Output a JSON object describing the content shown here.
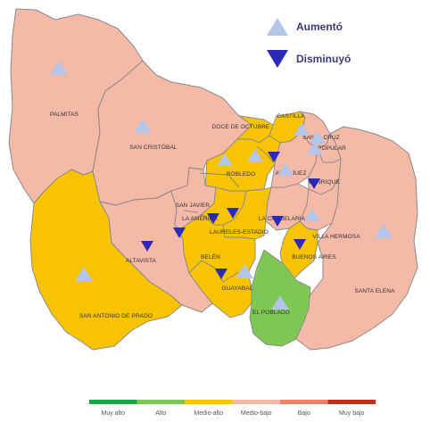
{
  "colors": {
    "muy_alto": "#18a84a",
    "alto": "#7dc855",
    "medio_alto": "#f8c300",
    "medio_bajo": "#f4b9a7",
    "bajo": "#f28165",
    "muy_bajo": "#c62f1c",
    "up_marker": "#b3c6e9",
    "down_marker": "#2b2ab8"
  },
  "key": {
    "up_label": "Aumentó",
    "down_label": "Disminuyó"
  },
  "legend": [
    {
      "label": "Muy alto",
      "color_key": "muy_alto"
    },
    {
      "label": "Alto",
      "color_key": "alto"
    },
    {
      "label": "Medio-alto",
      "color_key": "medio_alto"
    },
    {
      "label": "Medio-bajo",
      "color_key": "medio_bajo"
    },
    {
      "label": "Bajo",
      "color_key": "bajo"
    },
    {
      "label": "Muy bajo",
      "color_key": "muy_bajo"
    }
  ],
  "regions": [
    {
      "name": "PALMITAS",
      "level": "medio_bajo",
      "trend": "up"
    },
    {
      "name": "SAN CRISTÓBAL",
      "level": "medio_bajo",
      "trend": "up"
    },
    {
      "name": "SAN ANTONIO DE PRADO",
      "level": "medio_alto",
      "trend": "up"
    },
    {
      "name": "ALTAVISTA",
      "level": "medio_bajo",
      "trend": "down"
    },
    {
      "name": "SANTA ELENA",
      "level": "medio_bajo",
      "trend": "up"
    },
    {
      "name": "EL POBLADO",
      "level": "alto",
      "trend": "up"
    },
    {
      "name": "GUAYABAL",
      "level": "medio_alto",
      "trend": "down"
    },
    {
      "name": "BELÉN",
      "level": "medio_alto",
      "trend": "up"
    },
    {
      "name": "LAURELES-ESTADIO",
      "level": "medio_alto",
      "trend": "down"
    },
    {
      "name": "LA AMÉRICA",
      "level": "medio_alto",
      "trend": "down"
    },
    {
      "name": "SAN JAVIER",
      "level": "medio_bajo",
      "trend": "down"
    },
    {
      "name": "ROBLEDO",
      "level": "medio_alto",
      "trend": "up"
    },
    {
      "name": "DOCE DE OCTUBRE",
      "level": "medio_alto",
      "trend": "up"
    },
    {
      "name": "CASTILLA",
      "level": "medio_alto",
      "trend": "up"
    },
    {
      "name": "SANTA CRUZ",
      "level": "medio_bajo",
      "trend": "up"
    },
    {
      "name": "POPULAR",
      "level": "medio_bajo",
      "trend": "up"
    },
    {
      "name": "ARANJUEZ",
      "level": "medio_bajo",
      "trend": "up"
    },
    {
      "name": "MANRIQUE",
      "level": "medio_bajo",
      "trend": "down"
    },
    {
      "name": "LA CANDELARIA",
      "level": "medio_bajo",
      "trend": "down"
    },
    {
      "name": "VILLA HERMOSA",
      "level": "medio_bajo",
      "trend": "up"
    },
    {
      "name": "BUENOS AIRES",
      "level": "medio_alto",
      "trend": "down"
    }
  ]
}
